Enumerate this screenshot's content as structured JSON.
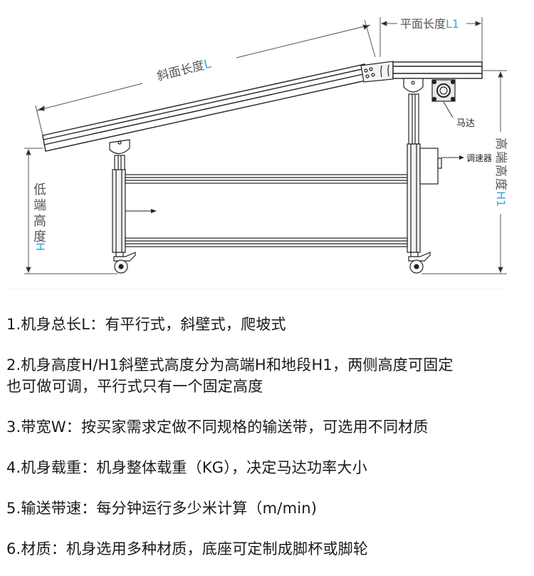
{
  "diagram": {
    "title": "Incline belt conveyor dimension diagram",
    "labels": {
      "slope_length": "斜面长度",
      "slope_length_sym": "L",
      "flat_length": "平面长度",
      "flat_length_sym": "L1",
      "low_height_chars": [
        "低",
        "端",
        "高",
        "度"
      ],
      "low_height_sym": "H",
      "high_height_chars": [
        "高",
        "端",
        "高",
        "度"
      ],
      "high_height_sym": "H1",
      "motor": "马达",
      "speed_controller": "调速器"
    },
    "colors": {
      "accent": "#3aa7e0",
      "label": "#555555",
      "line": "#222222",
      "frame_fill": "#f2f2f2"
    }
  },
  "specs": [
    {
      "lines": [
        "1.机身总长L：有平行式，斜壁式，爬坡式"
      ]
    },
    {
      "lines": [
        "2.机身高度H/H1斜壁式高度分为高端H和地段H1，两侧高度可固定",
        "也可做可调，平行式只有一个固定高度"
      ]
    },
    {
      "lines": [
        "3.带宽W：按买家需求定做不同规格的输送带，可选用不同材质"
      ]
    },
    {
      "lines": [
        "4.机身载重：机身整体载重（KG），决定马达功率大小"
      ]
    },
    {
      "lines": [
        "5.输送带速：每分钟运行多少米计算（m/min)"
      ]
    },
    {
      "lines": [
        "6.材质：机身选用多种材质，底座可定制成脚杯或脚轮"
      ]
    }
  ]
}
